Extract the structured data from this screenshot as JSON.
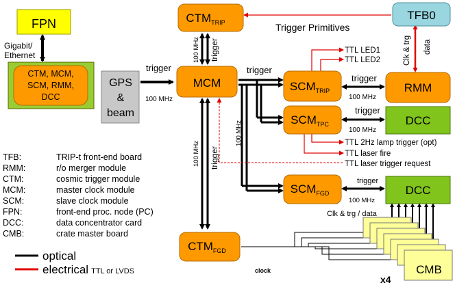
{
  "colors": {
    "node_fill": "#ff9900",
    "node_stroke": "#b36b00",
    "fpn_fill": "#ffff00",
    "tfb_fill": "#99d6e0",
    "dcc_fill": "#80c41c",
    "gps_fill": "#c8c8c8",
    "ring_fill": "#99cc33",
    "cmb_fill": "#ffff99",
    "optical": "#000000",
    "electrical": "#ff0000"
  },
  "nodes": {
    "fpn": "FPN",
    "fpn_group": [
      "CTM, MCM,",
      "SCM, RMM,",
      "DCC"
    ],
    "gps": [
      "GPS",
      "&",
      "beam"
    ],
    "mcm": "MCM",
    "ctm_trip": {
      "base": "CTM",
      "sub": "TRIP"
    },
    "ctm_fgd": {
      "base": "CTM",
      "sub": "FGD"
    },
    "tfb": "TFB0",
    "scm_trip": {
      "base": "SCM",
      "sub": "TRIP"
    },
    "scm_tpc": {
      "base": "SCM",
      "sub": "TPC"
    },
    "scm_fgd": {
      "base": "SCM",
      "sub": "FGD"
    },
    "rmm": "RMM",
    "dcc1": "DCC",
    "dcc2": "DCC",
    "cmb": "CMB"
  },
  "labels": {
    "gigabit_line1": "Gigabit/",
    "gigabit_line2": "Ethernet",
    "trigger_primitives": "Trigger Primitives",
    "trigger": "trigger",
    "mhz": "100 MHz",
    "clk_trg": "Clk & trg",
    "data": "data",
    "clk_trg_data": "Clk & trg / data",
    "ttl_led1": "TTL LED1",
    "ttl_led2": "TTL LED2",
    "ttl_lamp": "TTL 2Hz lamp trigger (opt)",
    "ttl_laser_fire": "TTL laser fire",
    "ttl_laser_req": "TTL laser trigger request",
    "x4": "x4",
    "clock": "clock"
  },
  "glossary": [
    {
      "abbr": "TFB:",
      "desc": "TRIP-t front-end board"
    },
    {
      "abbr": "RMM:",
      "desc": "r/o merger module"
    },
    {
      "abbr": "CTM:",
      "desc": "cosmic trigger module"
    },
    {
      "abbr": "MCM:",
      "desc": "master clock module"
    },
    {
      "abbr": "SCM:",
      "desc": "slave clock module"
    },
    {
      "abbr": "FPN:",
      "desc": "front-end proc. node (PC)"
    },
    {
      "abbr": "DCC:",
      "desc": "data concentrator card"
    },
    {
      "abbr": "CMB:",
      "desc": "crate master board"
    }
  ],
  "legend": {
    "optical": "optical",
    "electrical": "electrical",
    "electrical_note": "TTL or LVDS"
  }
}
